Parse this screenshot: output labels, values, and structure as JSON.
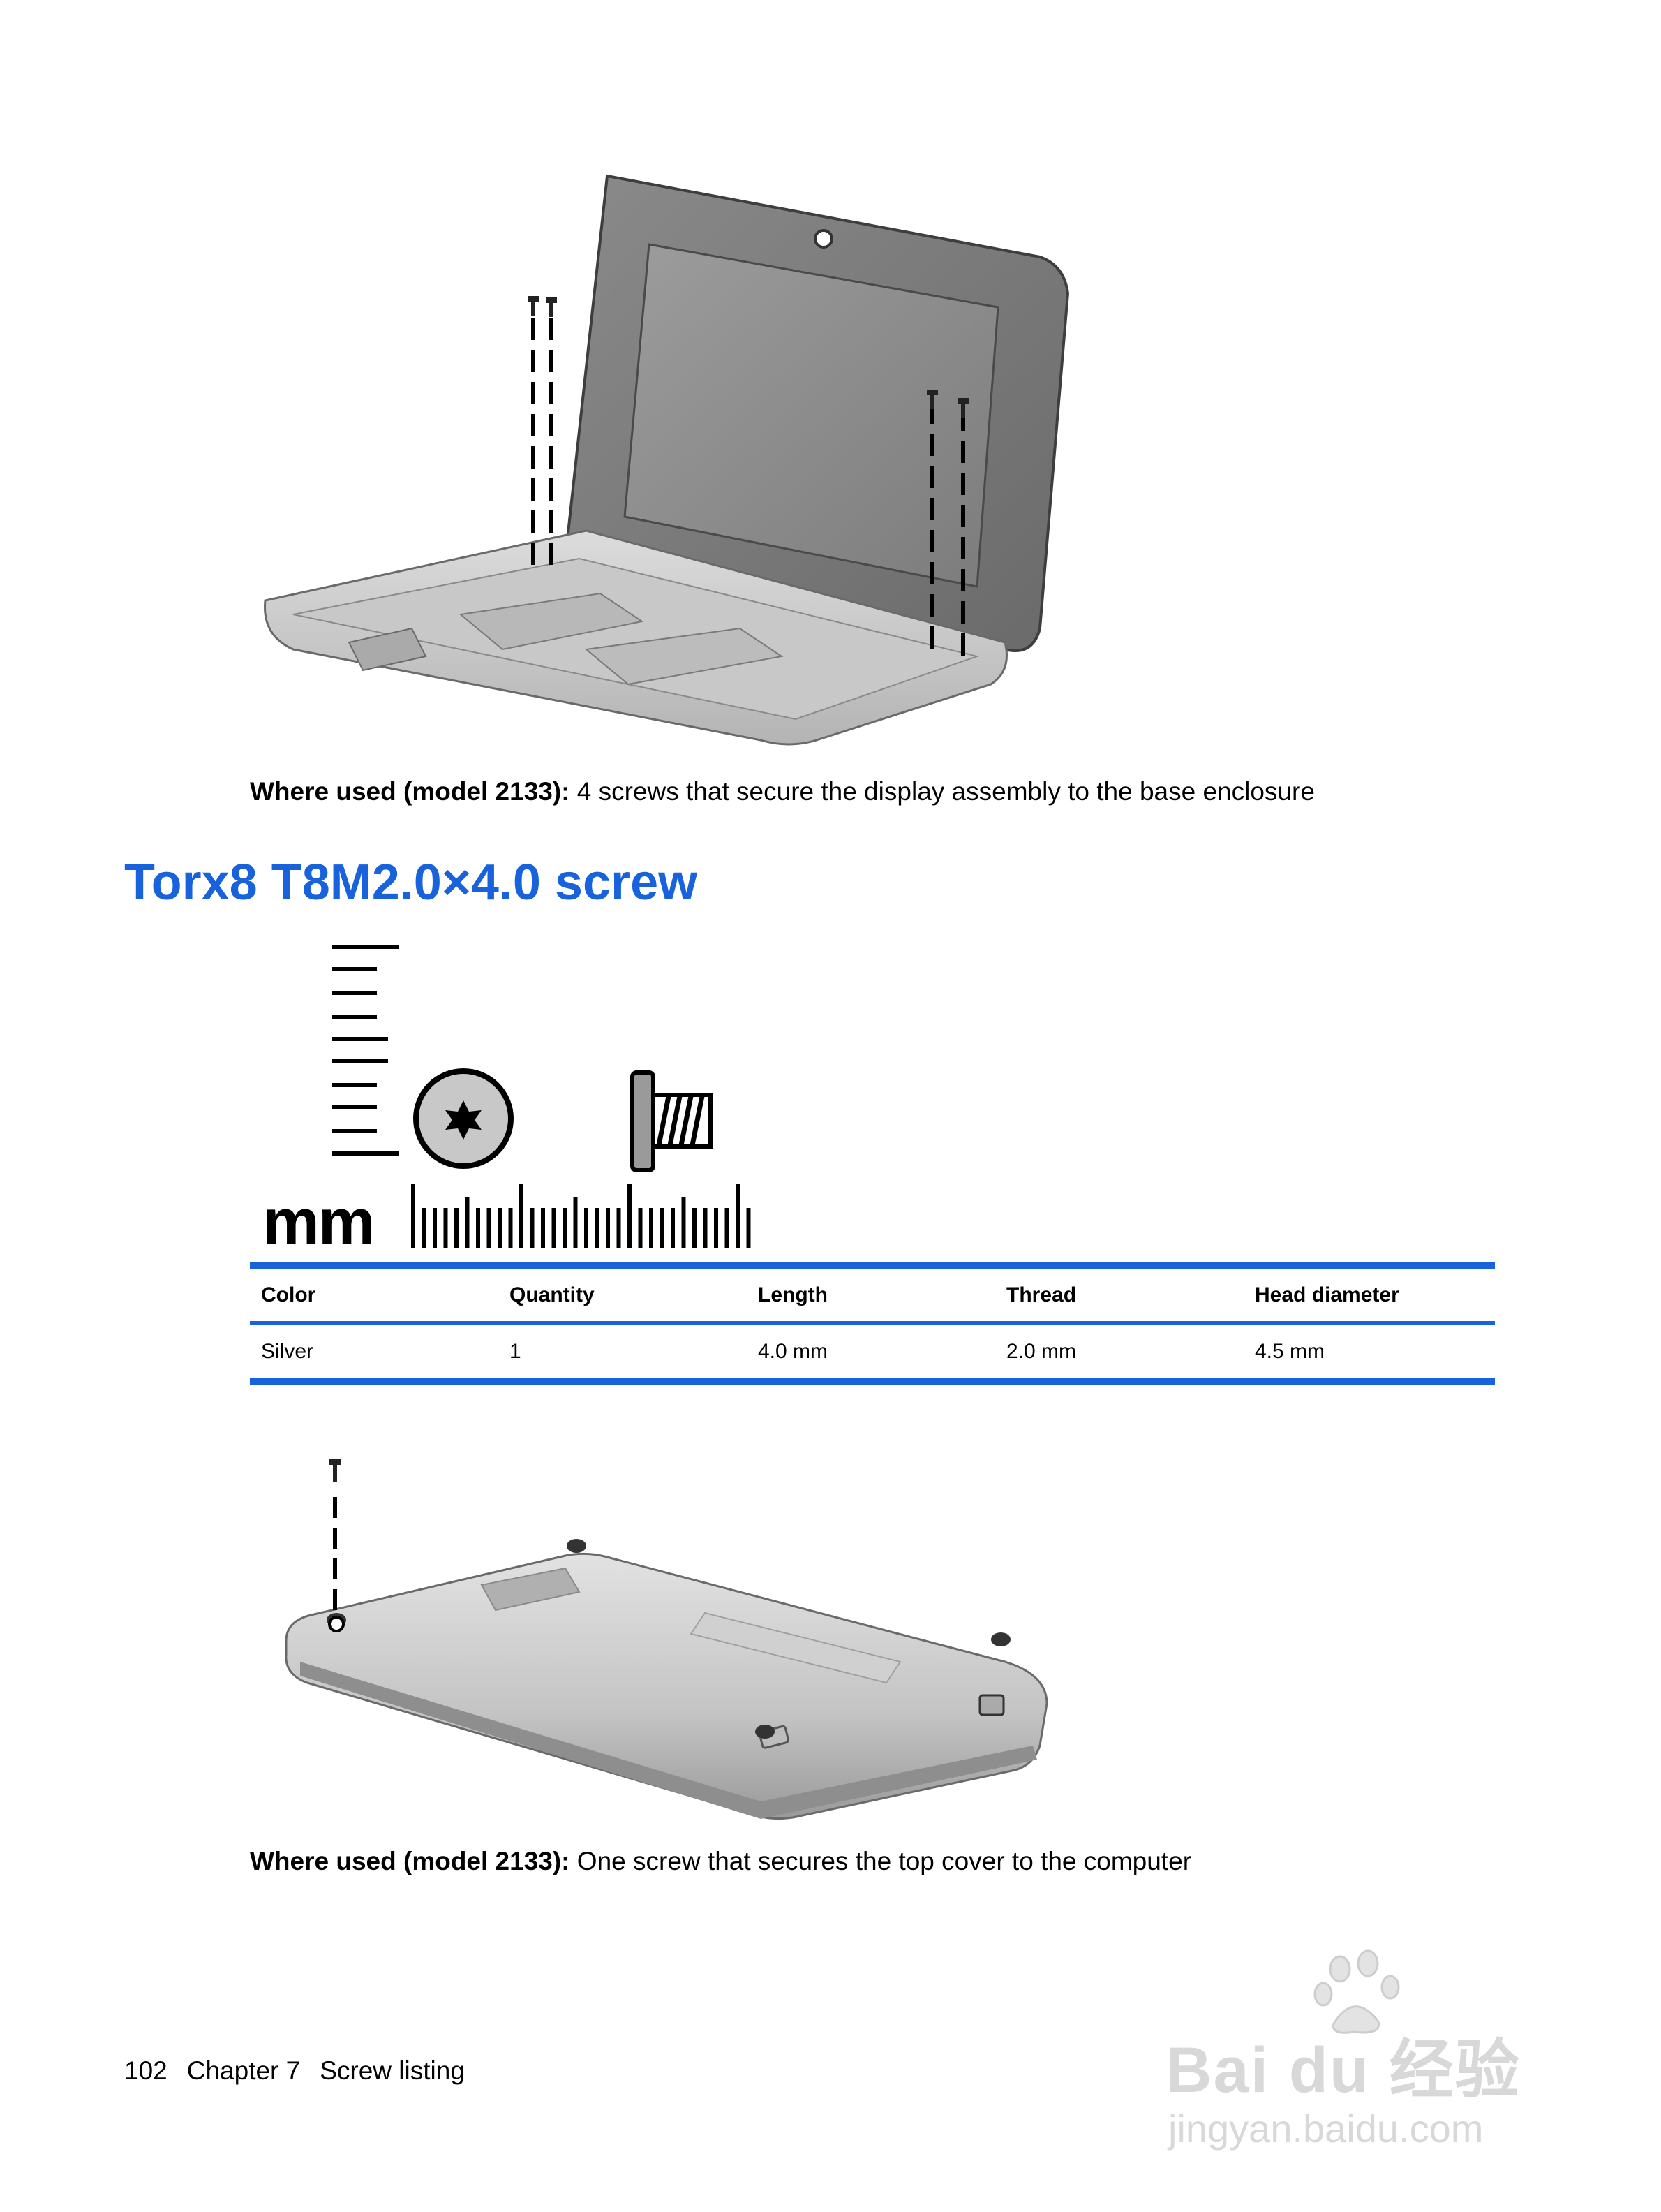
{
  "figure1": {
    "caption_bold": "Where used (model 2133):",
    "caption_text": " 4 screws that secure the display assembly to the base enclosure"
  },
  "section": {
    "heading": "Torx8 T8M2.0×4.0 screw"
  },
  "screw_scale": {
    "unit_label": "mm",
    "icon": "torx-head-icon"
  },
  "spec_table": {
    "columns": [
      "Color",
      "Quantity",
      "Length",
      "Thread",
      "Head diameter"
    ],
    "rows": [
      [
        "Silver",
        "1",
        "4.0 mm",
        "2.0 mm",
        "4.5 mm"
      ]
    ],
    "accent_color": "#1863dc"
  },
  "figure2": {
    "caption_bold": "Where used (model 2133):",
    "caption_text": " One screw that secures the top cover to the computer"
  },
  "footer": {
    "page_number": "102",
    "chapter": "Chapter 7",
    "title": "Screw listing"
  },
  "watermark": {
    "text": "Bai du 经验",
    "subtext": "jingyan.baidu.com"
  }
}
